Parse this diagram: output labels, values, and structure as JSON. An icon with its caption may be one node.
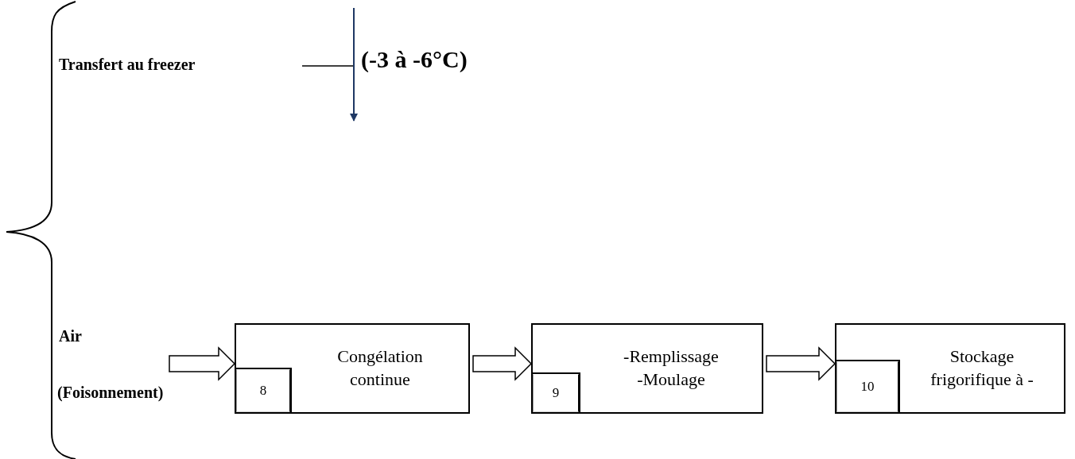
{
  "diagram": {
    "nodes": [
      {
        "text": [
          "Congélation continue"
        ]
      },
      {
        "text": [
          "8"
        ],
        "in": 0
      },
      {
        "text": [
          "-Remplissage",
          "-Moulage"
        ]
      },
      {
        "text": [
          "9"
        ],
        "in": 2
      },
      {
        "text": [
          "Stockage",
          "frigorifique à -"
        ]
      },
      {
        "text": [
          "10"
        ],
        "in": 4
      }
    ],
    "edges": [
      {
        "from": null,
        "to": 0,
        "arrow": "to"
      },
      {
        "from": 0,
        "to": 2,
        "arrow": "to"
      },
      {
        "from": 2,
        "to": 4,
        "arrow": "to"
      }
    ],
    "labels": [
      "Transfert au freezer",
      "(-3 à -6°C)",
      "Air",
      "(Foisonnement)"
    ]
  }
}
